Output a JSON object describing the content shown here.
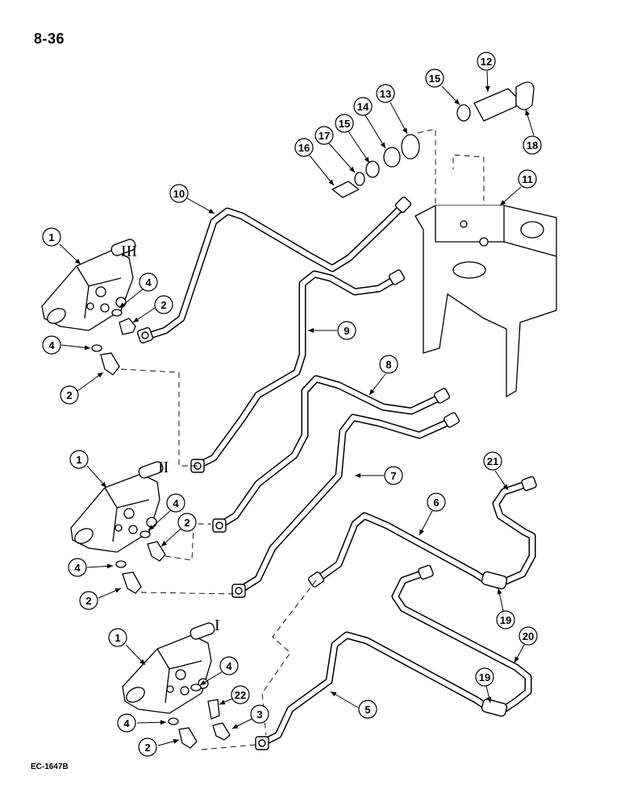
{
  "page_number": "8-36",
  "figure_code": "EC-1647B",
  "roman_labels": [
    "III",
    "II",
    "I"
  ],
  "callouts": [
    "1",
    "4",
    "2",
    "4",
    "2",
    "10",
    "9",
    "8",
    "1",
    "4",
    "2",
    "4",
    "2",
    "7",
    "6",
    "21",
    "19",
    "20",
    "19",
    "1",
    "4",
    "22",
    "4",
    "3",
    "2",
    "5",
    "16",
    "17",
    "15",
    "14",
    "13",
    "15",
    "12",
    "18",
    "11"
  ]
}
